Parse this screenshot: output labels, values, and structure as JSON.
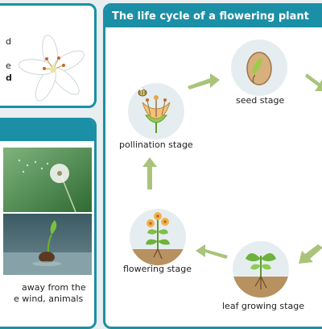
{
  "left_panel_top": {
    "text_lines": [
      "d",
      "",
      "e",
      "d"
    ]
  },
  "left_panel_bottom": {
    "caption_lines": [
      "away from the",
      "e wind, animals"
    ]
  },
  "main_panel": {
    "title": "The life cycle of a flowering plant",
    "stages": [
      {
        "id": "seed",
        "label": "seed stage"
      },
      {
        "id": "leaf",
        "label": "leaf growing stage"
      },
      {
        "id": "flowering",
        "label": "flowering stage"
      },
      {
        "id": "pollination",
        "label": "pollination stage"
      }
    ]
  },
  "colors": {
    "header": "#1b8fa6",
    "arrow": "#a9c47a",
    "circle_bg": "#e6edf0"
  }
}
